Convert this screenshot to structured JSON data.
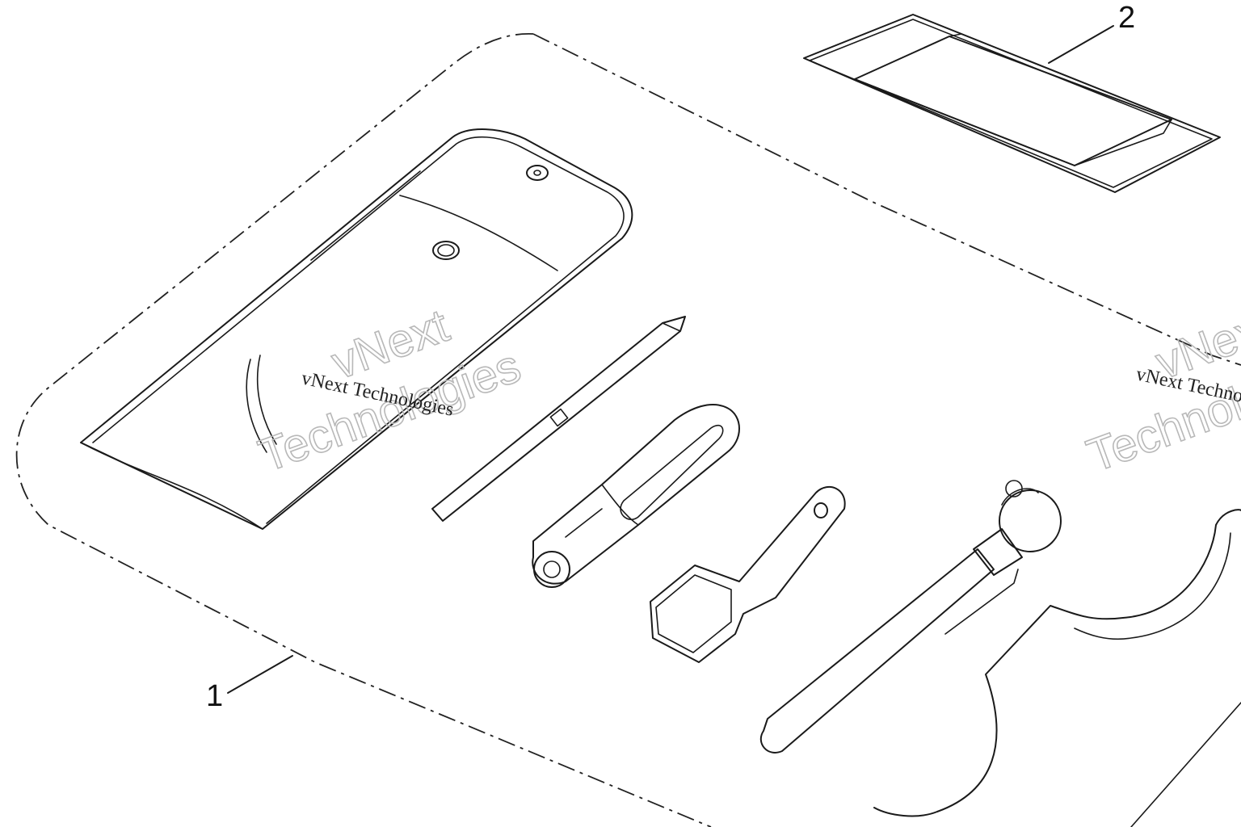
{
  "callouts": [
    {
      "number": "1",
      "part": "tool-kit-assembly"
    },
    {
      "number": "2",
      "part": "owner-manual-holder"
    }
  ],
  "watermark": {
    "text_serif": "vNext Technologies",
    "outline_line1": "vNext",
    "outline_line2": "Technologies"
  },
  "icons": [
    "tool-pouch-icon",
    "screwdriver-icon",
    "plug-wrench-handle-icon",
    "hex-socket-wrench-icon",
    "extension-bar-icon",
    "spanner-hook-wrench-icon"
  ],
  "colors": {
    "line": "#1a1a1a",
    "watermark_outline": "#b8b8b8",
    "background": "#ffffff"
  }
}
